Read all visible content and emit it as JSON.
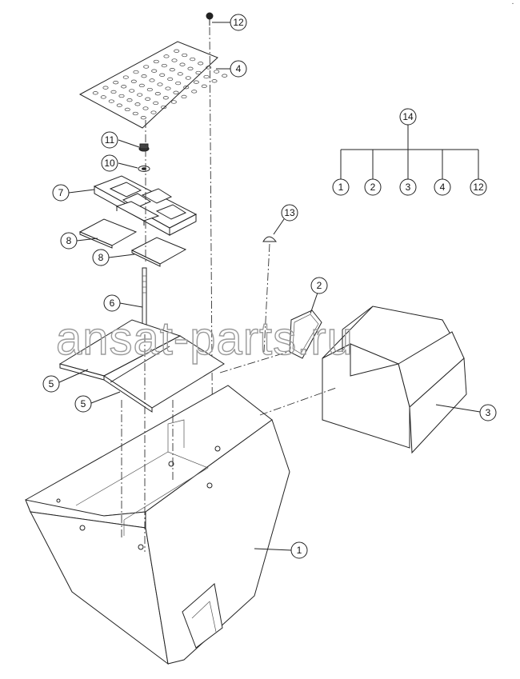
{
  "watermark": "ansat-parts.ru",
  "corner_mark": "ᐧ",
  "callouts": {
    "c12_top": "12",
    "c4": "4",
    "c14": "14",
    "c1_tree": "1",
    "c2_tree": "2",
    "c3_tree": "3",
    "c4_tree": "4",
    "c12_tree": "12",
    "c11": "11",
    "c10": "10",
    "c7": "7",
    "c13": "13",
    "c8_a": "8",
    "c8_b": "8",
    "c2": "2",
    "c6": "6",
    "c5_a": "5",
    "c5_b": "5",
    "c3": "3",
    "c1": "1"
  },
  "colors": {
    "line": "#222222",
    "watermark": "#9a9a9a",
    "background": "#ffffff"
  }
}
